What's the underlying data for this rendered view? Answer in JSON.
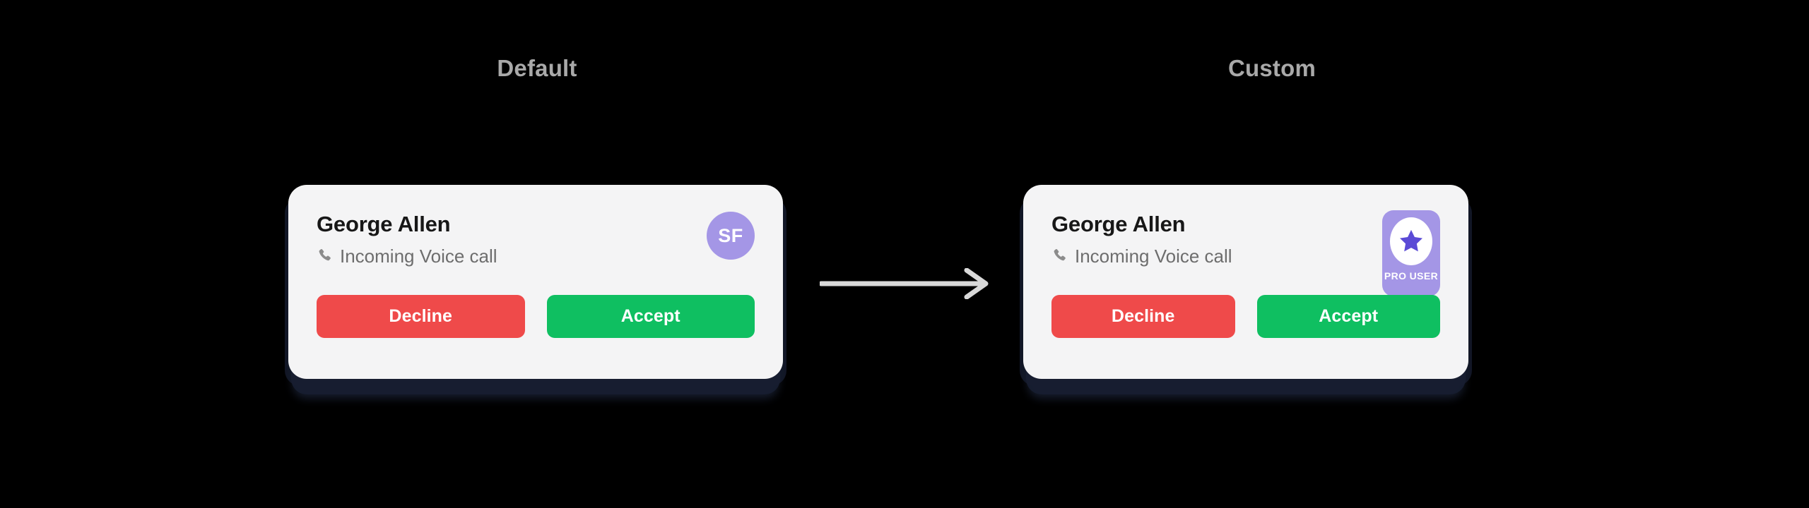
{
  "background_color": "#000000",
  "columns": [
    {
      "id": "default",
      "label": "Default"
    },
    {
      "id": "custom",
      "label": "Custom"
    }
  ],
  "connector": {
    "icon": "arrow-right-icon",
    "color": "#d9d9d9",
    "direction": "right"
  },
  "cards": {
    "default": {
      "caller_name": "George Allen",
      "call_status": "Incoming Voice call",
      "status_icon": "phone-icon",
      "background_color": "#f4f4f5",
      "avatar": {
        "type": "initials-circle",
        "initials": "SF",
        "background_color": "#a496e6",
        "text_color": "#ffffff"
      },
      "buttons": [
        {
          "id": "decline",
          "label": "Decline",
          "color": "#ef4a4a"
        },
        {
          "id": "accept",
          "label": "Accept",
          "color": "#0fbf61"
        }
      ]
    },
    "custom": {
      "caller_name": "George Allen",
      "call_status": "Incoming Voice call",
      "status_icon": "phone-icon",
      "background_color": "#f4f4f5",
      "badge": {
        "type": "pro-user-badge",
        "label": "PRO USER",
        "icon": "star-icon",
        "background_color": "#a496e6",
        "disc_color": "#ffffff",
        "star_color": "#5b4bd6",
        "text_color": "#ffffff"
      },
      "buttons": [
        {
          "id": "decline",
          "label": "Decline",
          "color": "#ef4a4a"
        },
        {
          "id": "accept",
          "label": "Accept",
          "color": "#0fbf61"
        }
      ]
    }
  }
}
